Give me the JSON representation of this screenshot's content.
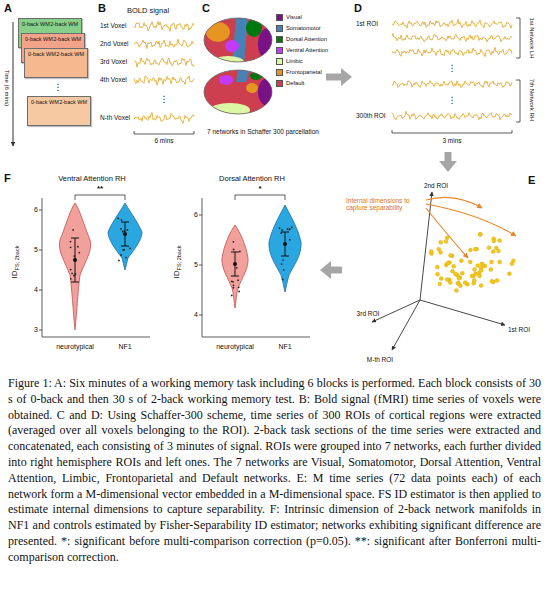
{
  "diagram": {
    "caption": "Figure 1: A: Six minutes of a working memory task including 6 blocks is performed. Each block consists of 30 s of 0-back and then 30 s of 2-back working memory test. B: Bold signal (fMRI) time series of voxels were obtained. C and D: Using Schaffer-300 scheme, time series of 300 ROIs of cortical regions were extracted (averaged over all voxels belonging to the ROI). 2-back task sections of the time series were extracted and concatenated, each consisting of 3 minutes of signal. ROIs were grouped into 7 networks, each further divided into right hemisphere ROIs and left ones. The 7 networks are Visual, Somatomotor, Dorsal Attention, Ventral Attention, Limbic, Frontoparietal and Default networks. E: M time series (72 data points each) of each network form a M-dimensional vector embedded in a M-dimensional space. FS ID estimator is then applied to estimate internal dimensions to capture separability. F: Intrinsic dimension of 2-back network manifolds in NF1 and controls estimated by Fisher-Separability ID estimator; networks exhibiting significant difference are presented. *: significant before multi-comparison correction (p=0.05). **: significant after Bonferroni multi-comparison correction.",
    "nodes": [
      {
        "text": [
          "A"
        ]
      },
      {
        "text": [
          "0-back WM",
          "2-back WM"
        ],
        "in": 0
      },
      {
        "text": [
          "0-back WM",
          "2-back WM"
        ],
        "in": 0
      },
      {
        "text": [
          "0-back WM",
          "2-back WM"
        ],
        "in": 0
      },
      {
        "text": [
          "0-back WM",
          "2-back WM"
        ],
        "in": 0
      },
      {
        "text": [
          "B"
        ]
      },
      {
        "text": [
          "C"
        ]
      },
      {
        "text": [
          "D"
        ]
      },
      {
        "text": [
          "E"
        ]
      },
      {
        "text": [
          "F"
        ]
      }
    ],
    "edges": [
      {
        "from": 6,
        "to": 7,
        "arrow": "to"
      },
      {
        "from": 7,
        "to": 8,
        "arrow": "to"
      },
      {
        "from": 8,
        "to": 9,
        "arrow": "to"
      }
    ],
    "labels": [
      "Time (6 mins)",
      "⋮",
      "BOLD signal",
      "1st Voxel",
      "2nd Voxel",
      "3rd Voxel",
      "4th Voxel",
      "⋮",
      "N-th Voxel",
      "6 mins",
      "7 networks in Schaffer 300 parcellation",
      "1st ROI",
      "⋮",
      "⋮",
      "300th ROI",
      "3 mins",
      "1st Network LH",
      "7th Network RH",
      "Internal dimensions to capture separability",
      "2nd ROI",
      "1st ROI",
      "3rd ROI",
      "M-th ROI",
      "Ventral Attention RH",
      "ID",
      "FS; 2back",
      "6",
      "5",
      "4",
      "3",
      "**",
      "neurotypical",
      "NF1",
      "Dorsal Attention RH",
      "ID",
      "FS; 2back",
      "6",
      "5",
      "4",
      "*",
      "neurotypical",
      "NF1"
    ],
    "legend": [
      {
        "text": "Visual",
        "color": "#781286"
      },
      {
        "text": "Somatomotor",
        "color": "#4682B4"
      },
      {
        "text": "Dorsal Attention",
        "color": "#00760E"
      },
      {
        "text": "Ventral Attention",
        "color": "#C43AFA"
      },
      {
        "text": "Limbic",
        "color": "#DCF8A4"
      },
      {
        "text": "Frontoparietal",
        "color": "#E69422"
      },
      {
        "text": "Default",
        "color": "#CD3E4E"
      }
    ]
  }
}
